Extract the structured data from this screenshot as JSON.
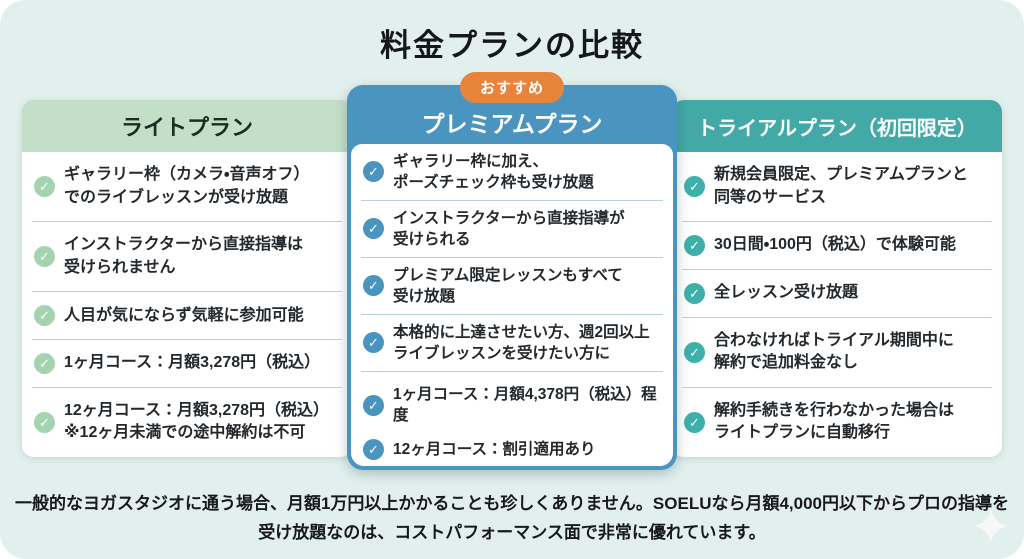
{
  "title": "料金プランの比較",
  "recommended_badge": "おすすめ",
  "icons": {
    "check": "✓",
    "sparkle": "four-pointed-star"
  },
  "colors": {
    "background_mint": "#e2f0ed",
    "light_plan_header": "#c3dfc8",
    "premium_blue": "#4a95c0",
    "trial_teal": "#43a9a6",
    "badge_orange": "#e8833c",
    "separator": "#b7d4e0",
    "light_check": "#a3d4af",
    "trial_check": "#3fafac",
    "text_dark": "#23282c"
  },
  "plans": [
    {
      "name": "ライトプラン",
      "features": [
        "ギャラリー枠（カメラ・音声オフ）\nでのライブレッスンが受け放題",
        "インストラクターから直接指導は\n受けられません",
        "人目が気にならず気軽に参加可能",
        "1ヶ月コース：月額3,278円（税込）",
        "12ヶ月コース：月額3,278円（税込）\n※12ヶ月未満での途中解約は不可"
      ]
    },
    {
      "name": "プレミアムプラン",
      "features": [
        "ギャラリー枠に加え、\nポーズチェック枠も受け放題",
        "インストラクターから直接指導が\n受けられる",
        "プレミアム限定レッスンもすべて\n受け放題",
        "本格的に上達させたい方、週2回以上\nライブレッスンを受けたい方に",
        "1ヶ月コース：月額4,378円（税込）程度",
        "12ヶ月コース：割引適用あり"
      ]
    },
    {
      "name": "トライアルプラン（初回限定）",
      "features": [
        "新規会員限定、プレミアムプランと\n同等のサービス",
        "30日間・100円（税込）で体験可能",
        "全レッスン受け放題",
        "合わなければトライアル期間中に\n解約で追加料金なし",
        "解約手続きを行わなかった場合は\nライトプランに自動移行"
      ]
    }
  ],
  "footer": "一般的なヨガスタジオに通う場合、月額1万円以上かかることも珍しくありません。SOELUなら月額4,000円以下からプロの指導を受け放題なのは、コストパフォーマンス面で非常に優れています。"
}
